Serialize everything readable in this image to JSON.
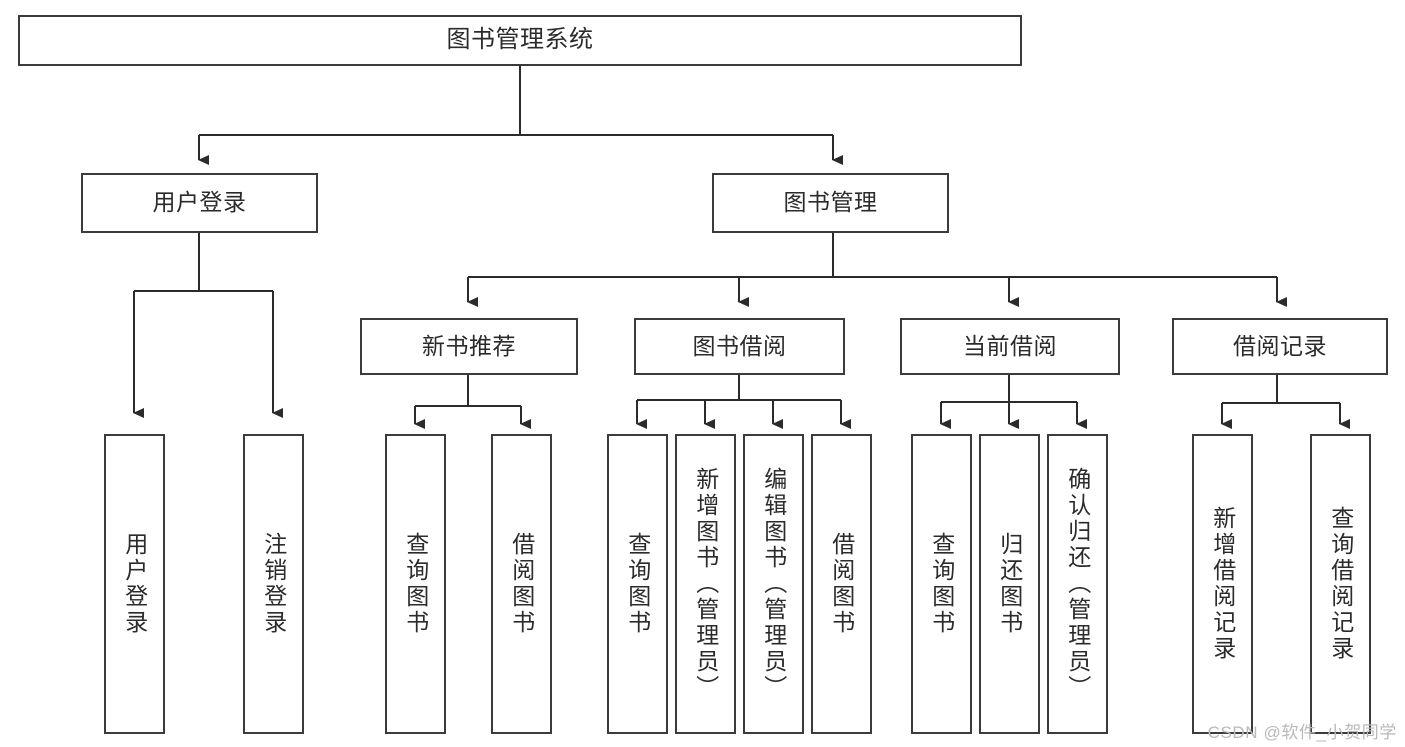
{
  "diagram": {
    "title": "图书管理系统",
    "type": "tree-hierarchy-chart",
    "colors": {
      "box_border": "#3b3b3b",
      "box_fill": "#ffffff",
      "connector": "#2b2b2b",
      "text": "#2b2b2b",
      "watermark": "#b9b9b9",
      "background": "#ffffff"
    },
    "root": {
      "label": "图书管理系统"
    },
    "level1": [
      {
        "label": "用户登录"
      },
      {
        "label": "图书管理"
      }
    ],
    "level2": [
      {
        "label": "新书推荐"
      },
      {
        "label": "图书借阅"
      },
      {
        "label": "当前借阅"
      },
      {
        "label": "借阅记录"
      }
    ],
    "leaves": {
      "user_login": [
        {
          "label": "用户登录"
        },
        {
          "label": "注销登录"
        }
      ],
      "new_book_recommend": [
        {
          "label": "查询图书"
        },
        {
          "label": "借阅图书"
        }
      ],
      "book_borrow": [
        {
          "label": "查询图书"
        },
        {
          "label": "新增图书（管理员）"
        },
        {
          "label": "编辑图书（管理员）"
        },
        {
          "label": "借阅图书"
        }
      ],
      "current_borrow": [
        {
          "label": "查询图书"
        },
        {
          "label": "归还图书"
        },
        {
          "label": "确认归还（管理员）"
        }
      ],
      "borrow_record": [
        {
          "label": "新增借阅记录"
        },
        {
          "label": "查询借阅记录"
        }
      ]
    },
    "watermark": "CSDN @软件_小贺同学"
  }
}
